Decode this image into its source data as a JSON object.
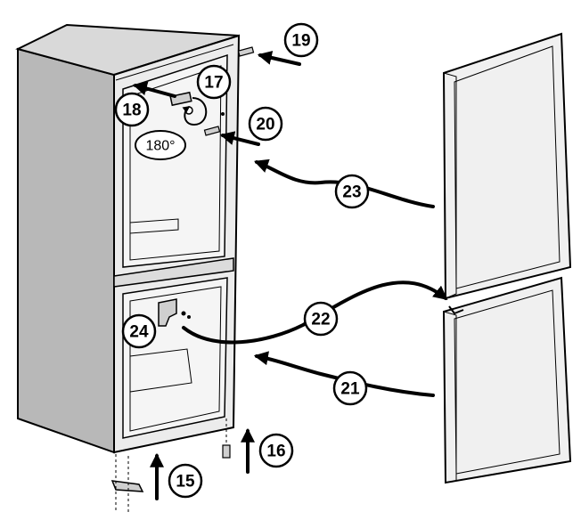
{
  "callouts": {
    "c15": "15",
    "c16": "16",
    "c17": "17",
    "c18": "18",
    "c19": "19",
    "c20": "20",
    "c21": "21",
    "c22": "22",
    "c23": "23",
    "c24": "24"
  },
  "rotation_label": "180°"
}
